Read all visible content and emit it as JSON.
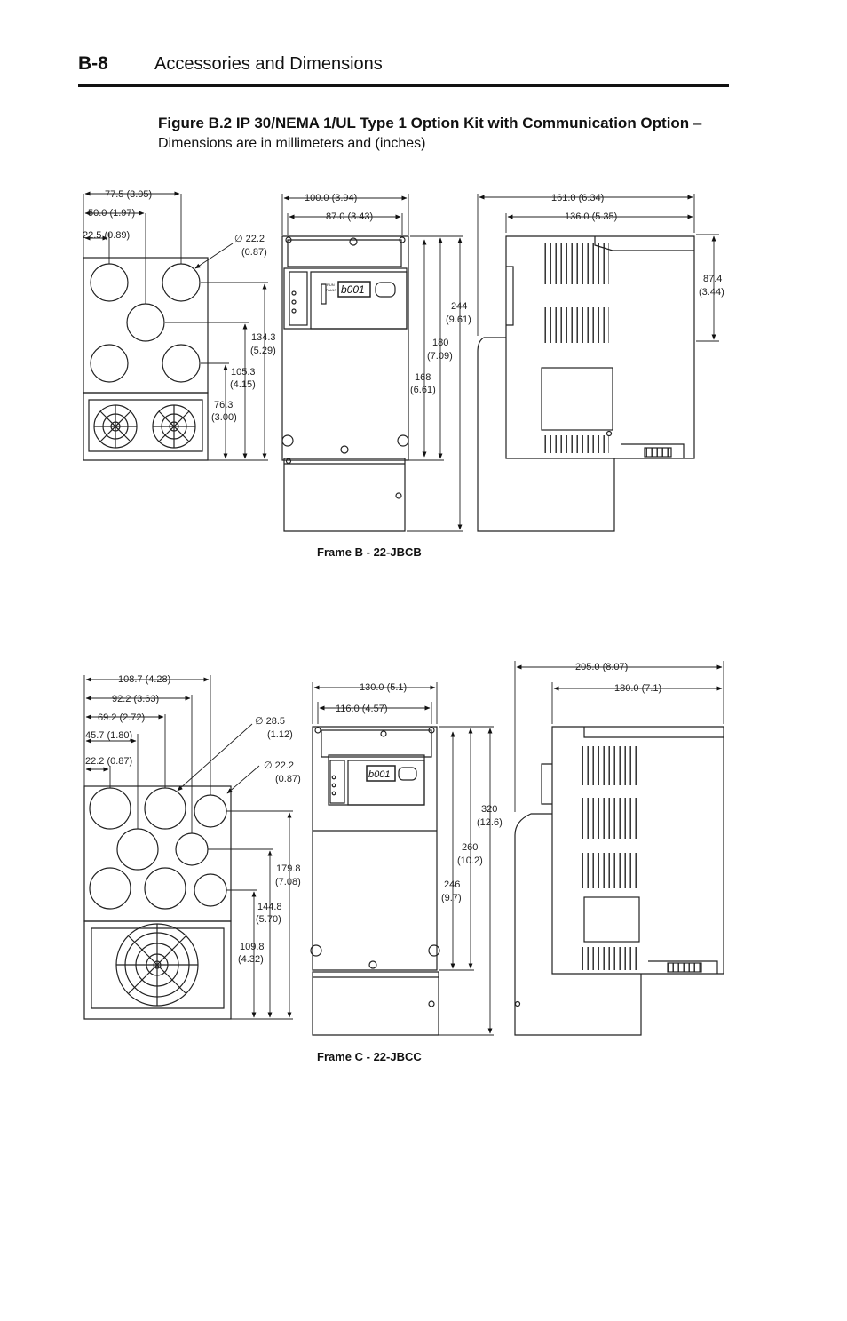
{
  "header": {
    "section_number": "B-8",
    "section_title": "Accessories and Dimensions"
  },
  "figure": {
    "title": "Figure B.2   IP 30/NEMA 1/UL Type 1 Option Kit with Communication Option",
    "dash": " –",
    "subtitle": "Dimensions are in millimeters and (inches)"
  },
  "frame_b": {
    "label": "Frame B - 22-JBCB",
    "bottom_view": {
      "width_1": "77.5 (3.05)",
      "width_2": "50.0 (1.97)",
      "width_3": "22.5 (0.89)",
      "dia": "∅ 22.2",
      "dia_in": "(0.87)",
      "h1": "134.3",
      "h1_in": "(5.29)",
      "h2": "105.3",
      "h2_in": "(4.15)",
      "h3": "76.3",
      "h3_in": "(3.00)"
    },
    "front_view": {
      "width_1": "100.0 (3.94)",
      "width_2": "87.0 (3.43)",
      "h1": "244",
      "h1_in": "(9.61)",
      "h2": "180",
      "h2_in": "(7.09)",
      "h3": "168",
      "h3_in": "(6.61)",
      "display": "b001",
      "run_label": "RUN",
      "fault_label": "FAULT"
    },
    "side_view": {
      "width_1": "161.0 (6.34)",
      "width_2": "136.0 (5.35)",
      "h1": "87.4",
      "h1_in": "(3.44)"
    }
  },
  "frame_c": {
    "label": "Frame C - 22-JBCC",
    "bottom_view": {
      "width_1": "108.7 (4.28)",
      "width_2": "92.2 (3.63)",
      "width_3": "69.2 (2.72)",
      "width_4": "45.7 (1.80)",
      "width_5": "22.2 (0.87)",
      "dia_1": "∅  28.5",
      "dia_1_in": "(1.12)",
      "dia_2": "∅  22.2",
      "dia_2_in": "(0.87)",
      "h1": "179.8",
      "h1_in": "(7.08)",
      "h2": "144.8",
      "h2_in": "(5.70)",
      "h3": "109.8",
      "h3_in": "(4.32)"
    },
    "front_view": {
      "width_1": "130.0 (5.1)",
      "width_2": "116.0 (4.57)",
      "h1": "320",
      "h1_in": "(12.6)",
      "h2": "260",
      "h2_in": "(10.2)",
      "h3": "246",
      "h3_in": "(9.7)",
      "display": "b001"
    },
    "side_view": {
      "width_1": "205.0 (8.07)",
      "width_2": "180.0 (7.1)"
    }
  },
  "colors": {
    "ink": "#111111",
    "line": "#222222",
    "paper": "#ffffff"
  }
}
